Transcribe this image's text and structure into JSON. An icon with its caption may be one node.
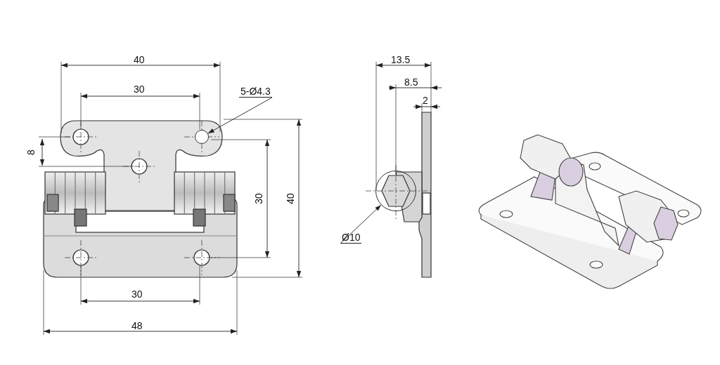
{
  "diagram": {
    "nodes": [
      {
        "text": [
          "5-Ø4.3"
        ]
      },
      {
        "text": [],
        "shape": "circle"
      },
      {
        "text": [
          "Ø10"
        ]
      },
      {
        "text": [],
        "shape": "circle"
      }
    ],
    "edges": [
      {
        "from": 0,
        "to": 1,
        "arrow": "to"
      },
      {
        "from": 2,
        "to": 3,
        "arrow": "to"
      }
    ],
    "labels": [
      "40",
      "13.5",
      "8.5",
      "30",
      "2",
      "8",
      "30",
      "40",
      "30",
      "48"
    ]
  }
}
